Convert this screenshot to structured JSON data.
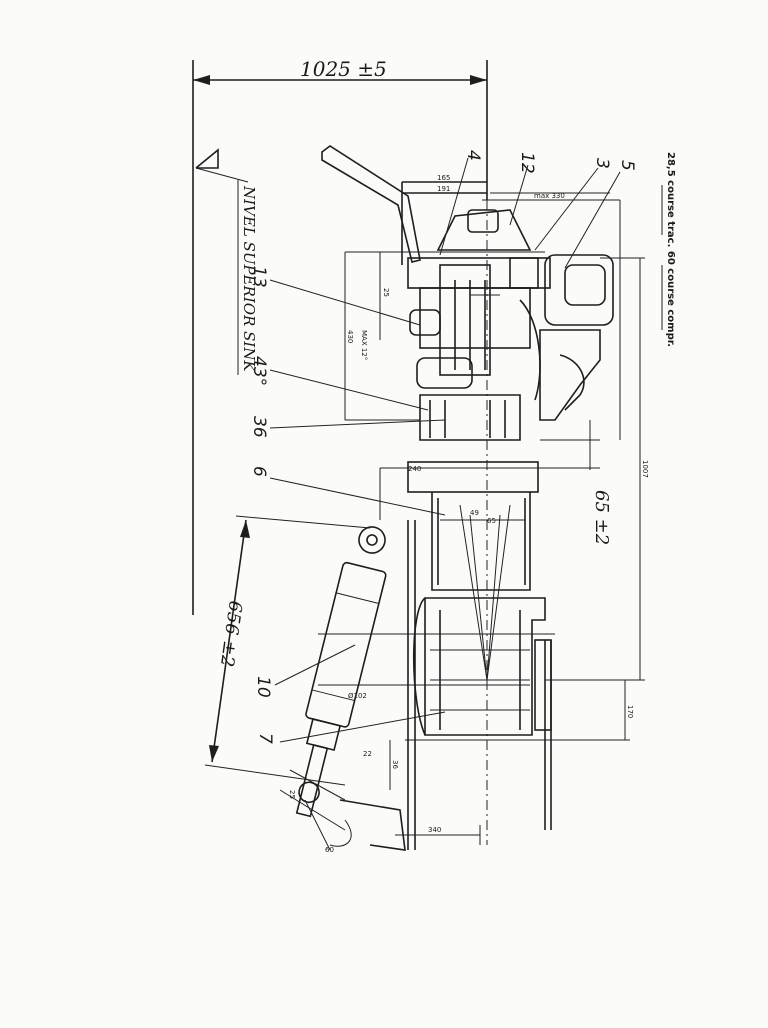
{
  "dimensions": {
    "overall_length": "1025 ±5",
    "shock_length": "656 ±2",
    "offset": "65 ±2"
  },
  "labels": {
    "level": "NIVEL SUPERIOR SINK",
    "stroke_note": "28,5 course trac.  60 course compr.",
    "axle_angle": "43°"
  },
  "part_numbers": [
    "4",
    "12",
    "3",
    "5",
    "13",
    "43",
    "36",
    "6",
    "10",
    "7"
  ],
  "small_dims": {
    "d165": "165",
    "d191": "191",
    "max330": "max 330",
    "d240": "240",
    "d49": "49",
    "d65": "65",
    "d1007": "1007",
    "d170": "170",
    "d340": "340",
    "d102": "Ø102",
    "d22": "22",
    "d60": "60",
    "d36": "36",
    "d25": "25",
    "d430": "430",
    "dnote": "MAX 12°"
  },
  "colors": {
    "ink": "#1e1e1e",
    "paper": "#fbfbfa"
  }
}
